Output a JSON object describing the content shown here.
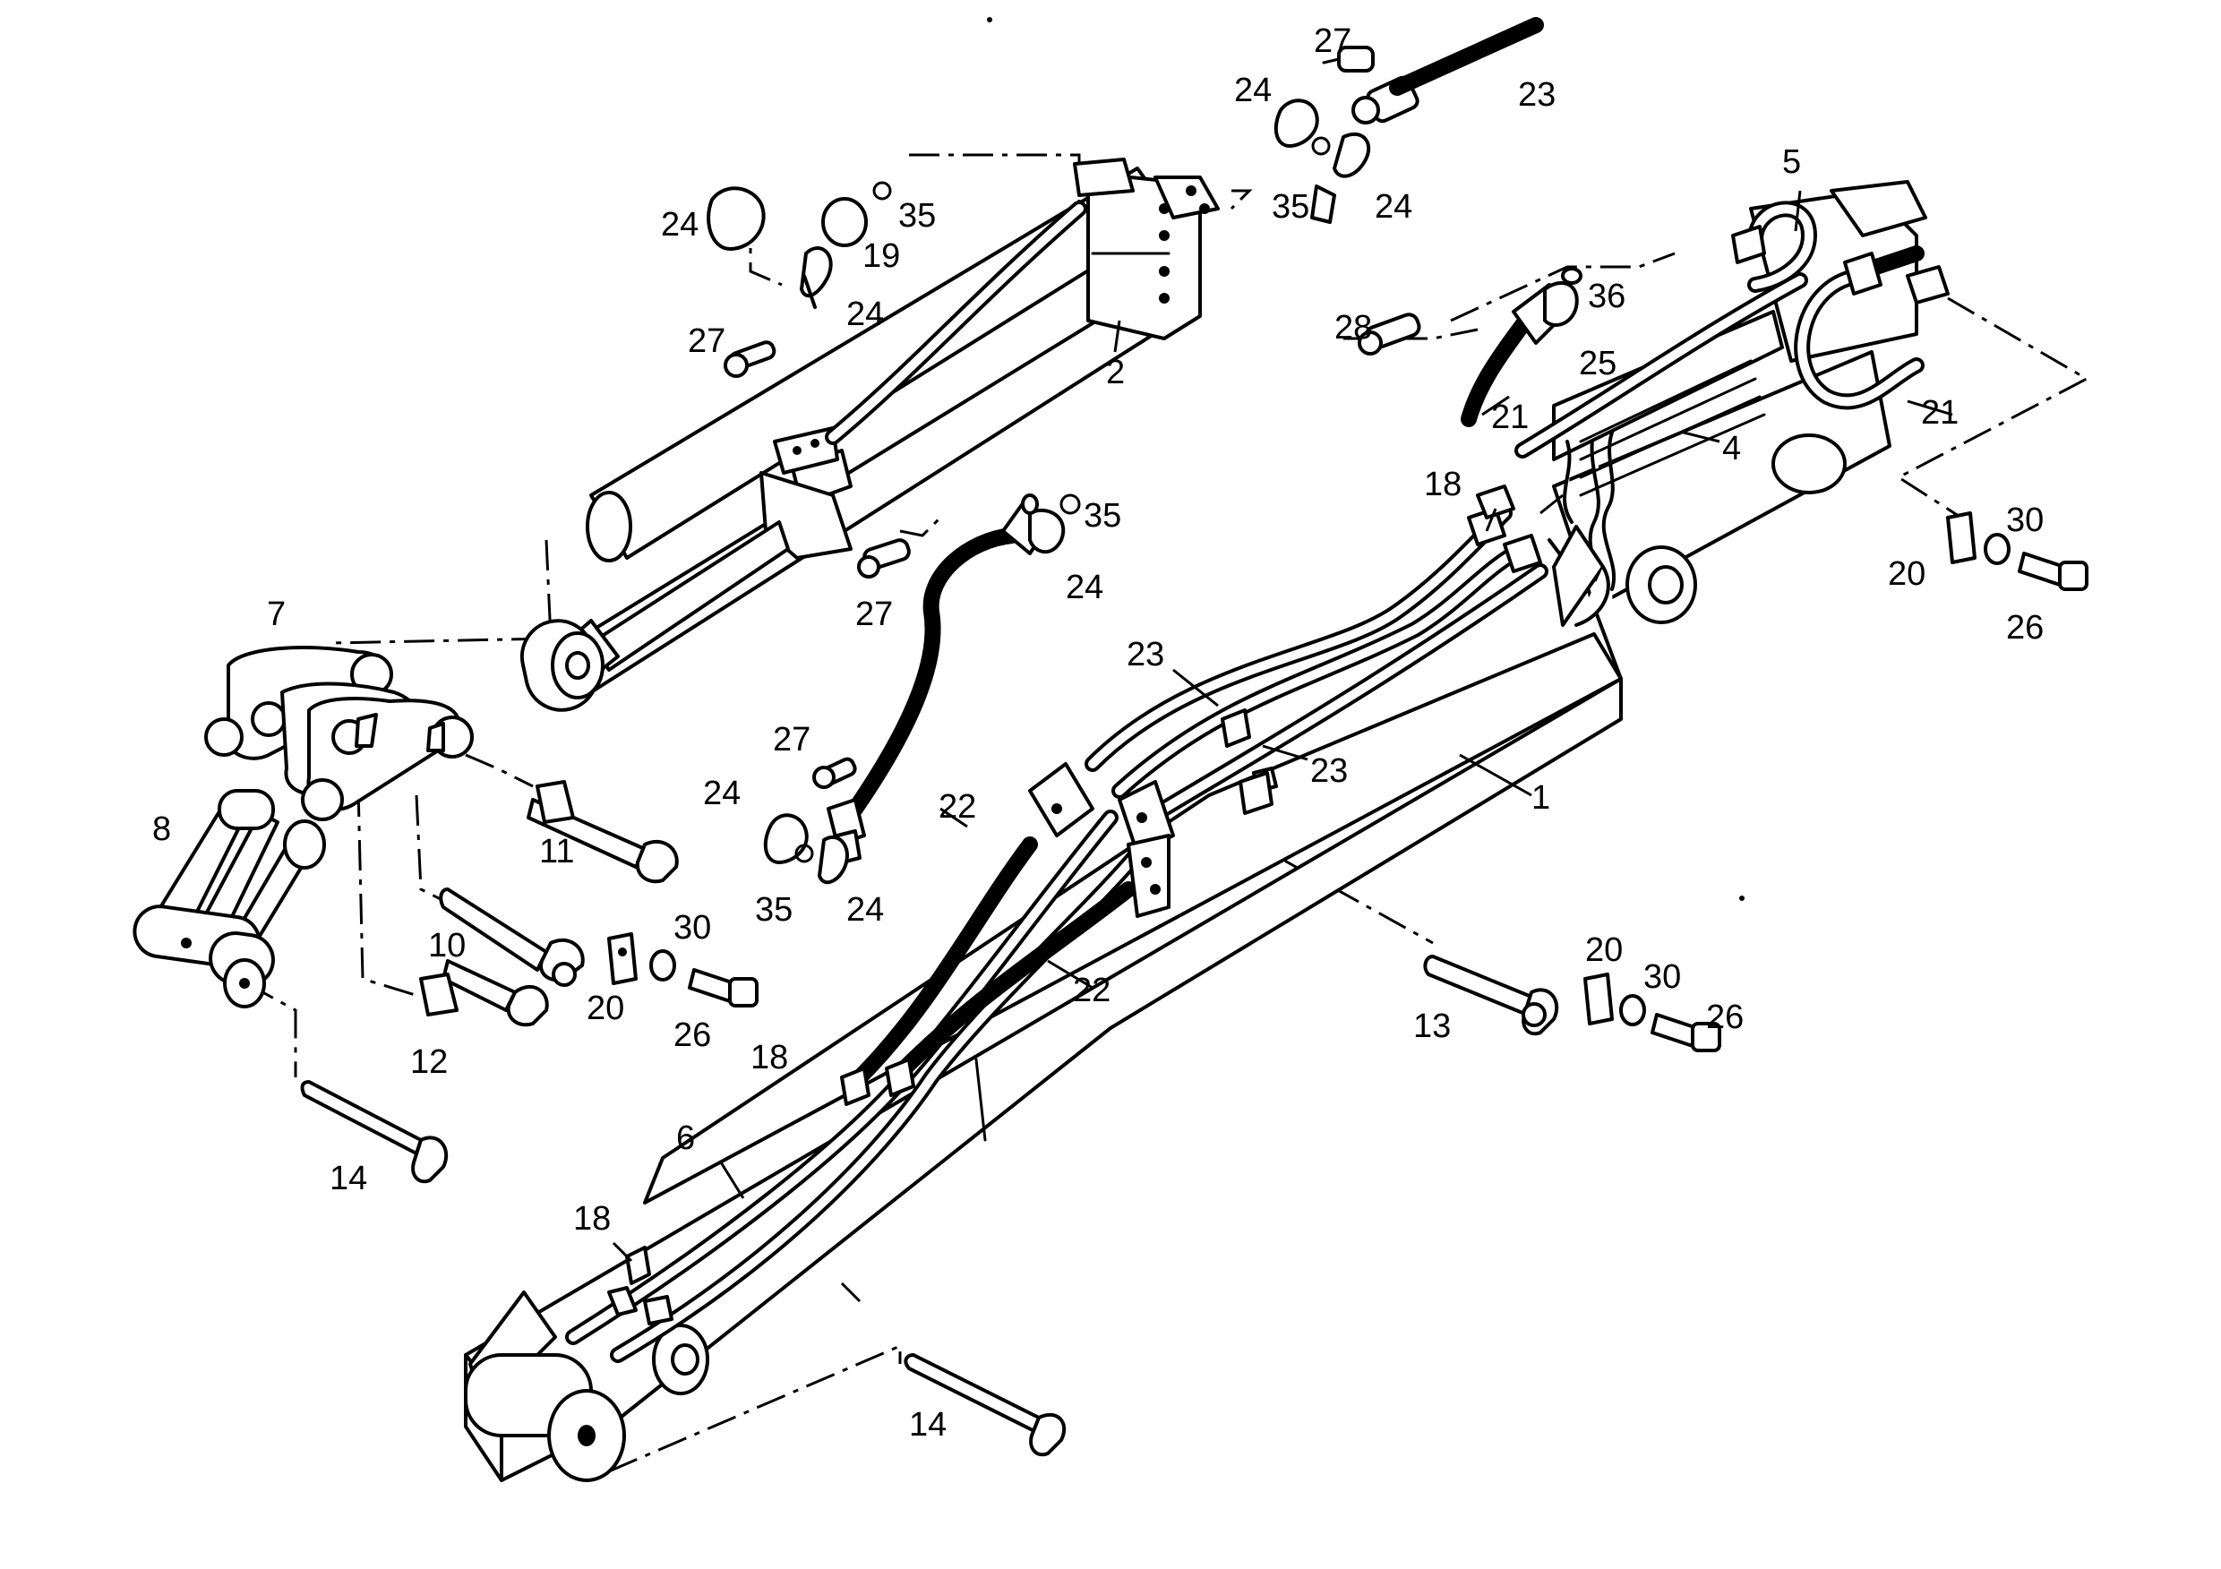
{
  "diagram": {
    "callouts": [
      {
        "id": "c1",
        "text": "27"
      },
      {
        "id": "c2",
        "text": "23"
      },
      {
        "id": "c3",
        "text": "24"
      },
      {
        "id": "c4",
        "text": "35"
      },
      {
        "id": "c5",
        "text": "24"
      },
      {
        "id": "c6",
        "text": "24"
      },
      {
        "id": "c7",
        "text": "35"
      },
      {
        "id": "c8",
        "text": "19"
      },
      {
        "id": "c9",
        "text": "24"
      },
      {
        "id": "c10",
        "text": "27"
      },
      {
        "id": "c11",
        "text": "2"
      },
      {
        "id": "c12",
        "text": "5"
      },
      {
        "id": "c13",
        "text": "36"
      },
      {
        "id": "c14",
        "text": "28"
      },
      {
        "id": "c15",
        "text": "25"
      },
      {
        "id": "c16",
        "text": "21"
      },
      {
        "id": "c17",
        "text": "21"
      },
      {
        "id": "c18",
        "text": "4"
      },
      {
        "id": "c19",
        "text": "18"
      },
      {
        "id": "c20",
        "text": "35"
      },
      {
        "id": "c21",
        "text": "24"
      },
      {
        "id": "c22",
        "text": "27"
      },
      {
        "id": "c23",
        "text": "7"
      },
      {
        "id": "c24",
        "text": "23"
      },
      {
        "id": "c25",
        "text": "23"
      },
      {
        "id": "c26",
        "text": "1"
      },
      {
        "id": "c27",
        "text": "30"
      },
      {
        "id": "c28",
        "text": "20"
      },
      {
        "id": "c29",
        "text": "26"
      },
      {
        "id": "c30",
        "text": "27"
      },
      {
        "id": "c31",
        "text": "24"
      },
      {
        "id": "c32",
        "text": "22"
      },
      {
        "id": "c33",
        "text": "35"
      },
      {
        "id": "c34",
        "text": "24"
      },
      {
        "id": "c35",
        "text": "8"
      },
      {
        "id": "c36",
        "text": "11"
      },
      {
        "id": "c37",
        "text": "10"
      },
      {
        "id": "c38",
        "text": "30"
      },
      {
        "id": "c39",
        "text": "20"
      },
      {
        "id": "c40",
        "text": "26"
      },
      {
        "id": "c41",
        "text": "12"
      },
      {
        "id": "c42",
        "text": "22"
      },
      {
        "id": "c43",
        "text": "20"
      },
      {
        "id": "c44",
        "text": "30"
      },
      {
        "id": "c45",
        "text": "26"
      },
      {
        "id": "c46",
        "text": "13"
      },
      {
        "id": "c47",
        "text": "18"
      },
      {
        "id": "c48",
        "text": "6"
      },
      {
        "id": "c49",
        "text": "14"
      },
      {
        "id": "c50",
        "text": "18"
      },
      {
        "id": "c51",
        "text": "14"
      }
    ]
  }
}
